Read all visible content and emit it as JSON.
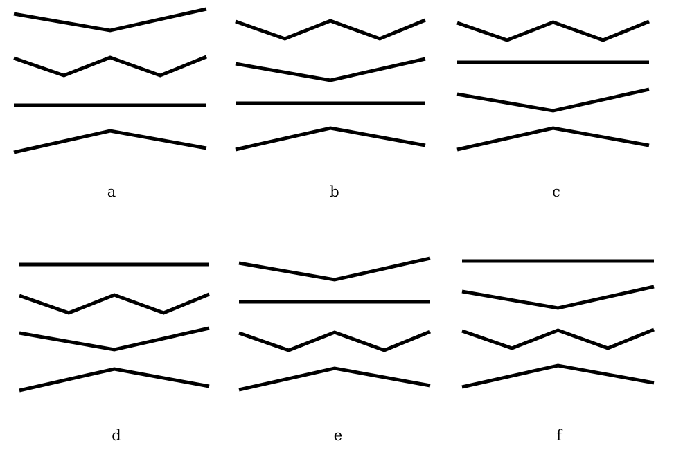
{
  "panels": [
    {
      "label": "a",
      "rows": [
        "v",
        "zigzag",
        "flat",
        "peak"
      ]
    },
    {
      "label": "b",
      "rows": [
        "zigzag",
        "v",
        "flat",
        "peak"
      ]
    },
    {
      "label": "c",
      "rows": [
        "zigzag",
        "flat",
        "v",
        "peak"
      ]
    },
    {
      "label": "d",
      "rows": [
        "flat",
        "zigzag",
        "v",
        "peak"
      ]
    },
    {
      "label": "e",
      "rows": [
        "v",
        "flat",
        "zigzag",
        "peak"
      ]
    },
    {
      "label": "f",
      "rows": [
        "flat",
        "v",
        "zigzag",
        "peak"
      ]
    }
  ],
  "colors": {
    "line": "#000000",
    "background": "#ffffff"
  }
}
